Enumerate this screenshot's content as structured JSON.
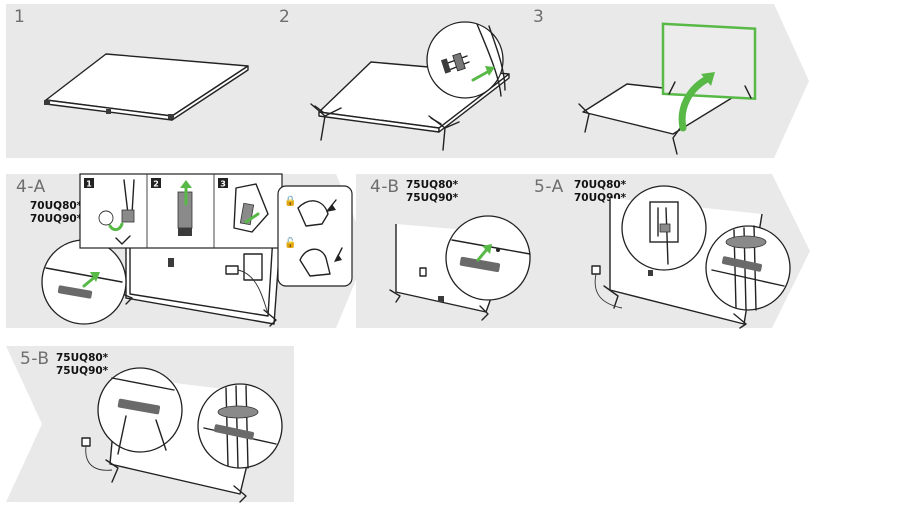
{
  "steps": {
    "s1": {
      "label": "1"
    },
    "s2": {
      "label": "2"
    },
    "s3": {
      "label": "3"
    },
    "s4a": {
      "label": "4-A",
      "models": [
        "70UQ80*",
        "70UQ90*"
      ],
      "substeps": [
        "1",
        "2",
        "3"
      ]
    },
    "s4b": {
      "label": "4-B",
      "models": [
        "75UQ80*",
        "75UQ90*"
      ]
    },
    "s5a": {
      "label": "5-A",
      "models": [
        "70UQ80*",
        "70UQ90*"
      ]
    },
    "s5b": {
      "label": "5-B",
      "models": [
        "75UQ80*",
        "75UQ90*"
      ]
    }
  },
  "colors": {
    "panel_bg": "#e9e9e9",
    "accent_green": "#58b947",
    "line": "#222222",
    "step_text": "#6e6e6e"
  },
  "icons": [
    "arrow-chevron-panel",
    "lock-icon",
    "unlock-icon",
    "power-plug-icon",
    "cable-holder-icon"
  ]
}
